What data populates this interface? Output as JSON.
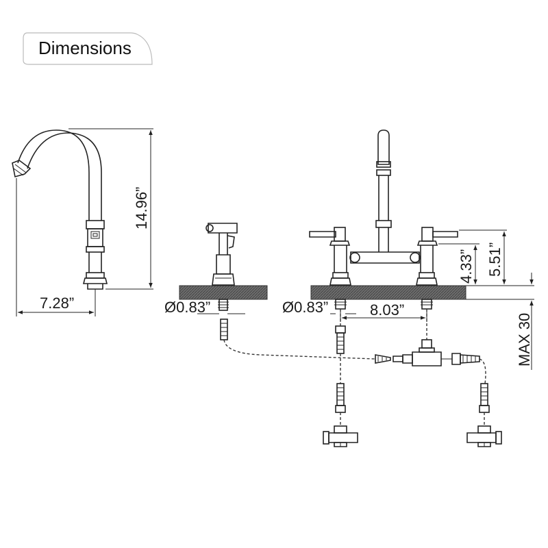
{
  "header": {
    "title": "Dimensions"
  },
  "dimensions": {
    "spout_height": "14.96”",
    "spout_reach": "7.28”",
    "sprayer_hole": "Ø0.83”",
    "faucet_hole": "Ø0.83”",
    "center_spread": "8.03”",
    "handle_height": "4.33”",
    "body_height": "5.51”",
    "max_deck": "MAX 30"
  }
}
